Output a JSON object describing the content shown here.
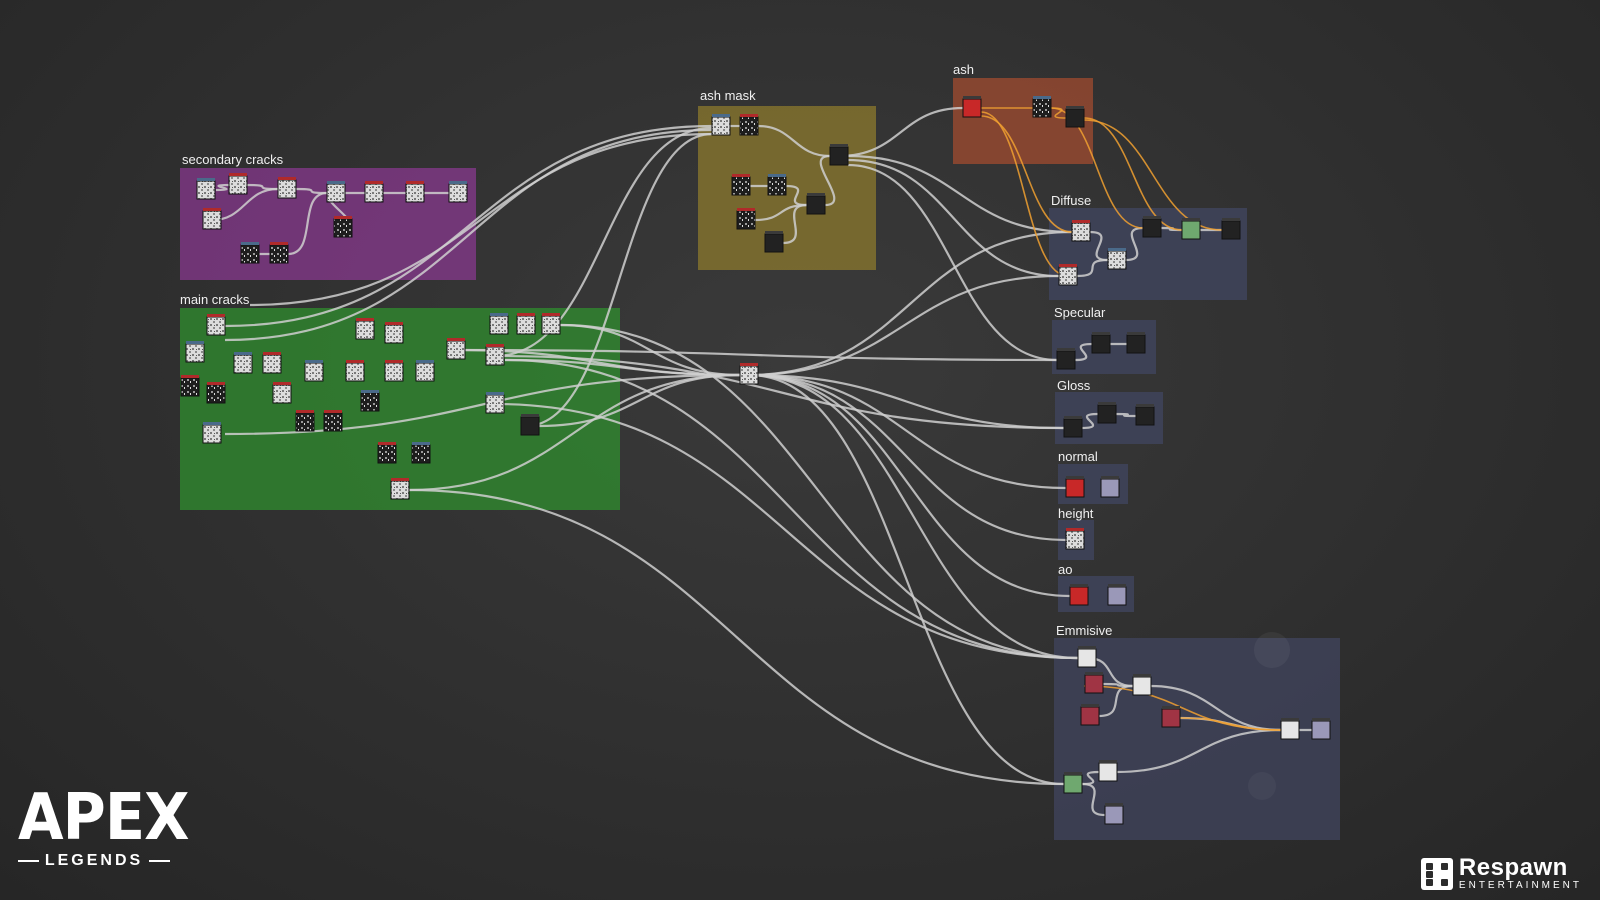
{
  "frames": [
    {
      "id": "secondary-cracks",
      "title": "secondary cracks",
      "color": "#9a3aa2"
    },
    {
      "id": "main-cracks",
      "title": "main cracks",
      "color": "#2f8a2e"
    },
    {
      "id": "ash-mask",
      "title": "ash mask",
      "color": "#8c7a2e"
    },
    {
      "id": "ash",
      "title": "ash",
      "color": "#9a4a30"
    },
    {
      "id": "diffuse",
      "title": "Diffuse",
      "color": "#3e4258"
    },
    {
      "id": "specular",
      "title": "Specular",
      "color": "#3e4258"
    },
    {
      "id": "gloss",
      "title": "Gloss",
      "color": "#3e4258"
    },
    {
      "id": "normal",
      "title": "normal",
      "color": "#3e4258"
    },
    {
      "id": "height",
      "title": "height",
      "color": "#3e4258"
    },
    {
      "id": "ao",
      "title": "ao",
      "color": "#3e4258"
    },
    {
      "id": "emmisive",
      "title": "Emmisive",
      "color": "#3e4258"
    }
  ],
  "colors": {
    "wire": "#cfcfcf",
    "wire_orange": "#f0a030",
    "node_white": "#e6e6e6",
    "node_dark": "#222222",
    "node_red": "#c82828",
    "node_green": "#6fa86f",
    "node_purple": "#9a98b8",
    "node_maroon": "#a03444"
  },
  "branding": {
    "apex_title": "APEX",
    "apex_subtitle": "LEGENDS",
    "respawn_name": "Respawn",
    "respawn_subtitle": "ENTERTAINMENT"
  }
}
